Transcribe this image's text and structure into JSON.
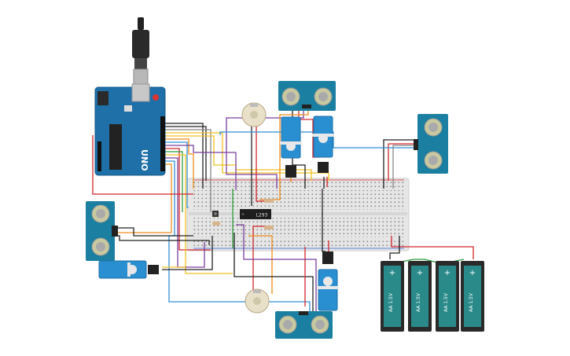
{
  "arduino": {
    "brand_text": "UNO"
  },
  "driver_chip": {
    "label": "L293"
  },
  "batteries": [
    {
      "plus": "+",
      "label": "AA 1.5V"
    },
    {
      "plus": "+",
      "label": "AA 1.5V"
    },
    {
      "plus": "+",
      "label": "AA 1.5V"
    },
    {
      "plus": "+",
      "label": "AA 1.5V"
    }
  ],
  "colors": {
    "board_blue": "#1f6fa8",
    "sensor_blue": "#1a7fa0",
    "servo_blue": "#2a8fd0",
    "battery_teal": "#2a8a8a",
    "breadboard": "#e8e8e8",
    "wire_red": "#d4262a",
    "wire_black": "#222222",
    "wire_yellow": "#f0c020",
    "wire_orange": "#f08c1a",
    "wire_purple": "#7b3f9e",
    "wire_blue": "#2f8fd8",
    "wire_green": "#2e9e3e",
    "wire_grey": "#888888",
    "wire_brown": "#8a5a2a"
  },
  "icons": [
    "usb-plug-icon",
    "motor-icon",
    "servo-icon",
    "ultrasonic-sensor-icon",
    "battery-icon"
  ]
}
